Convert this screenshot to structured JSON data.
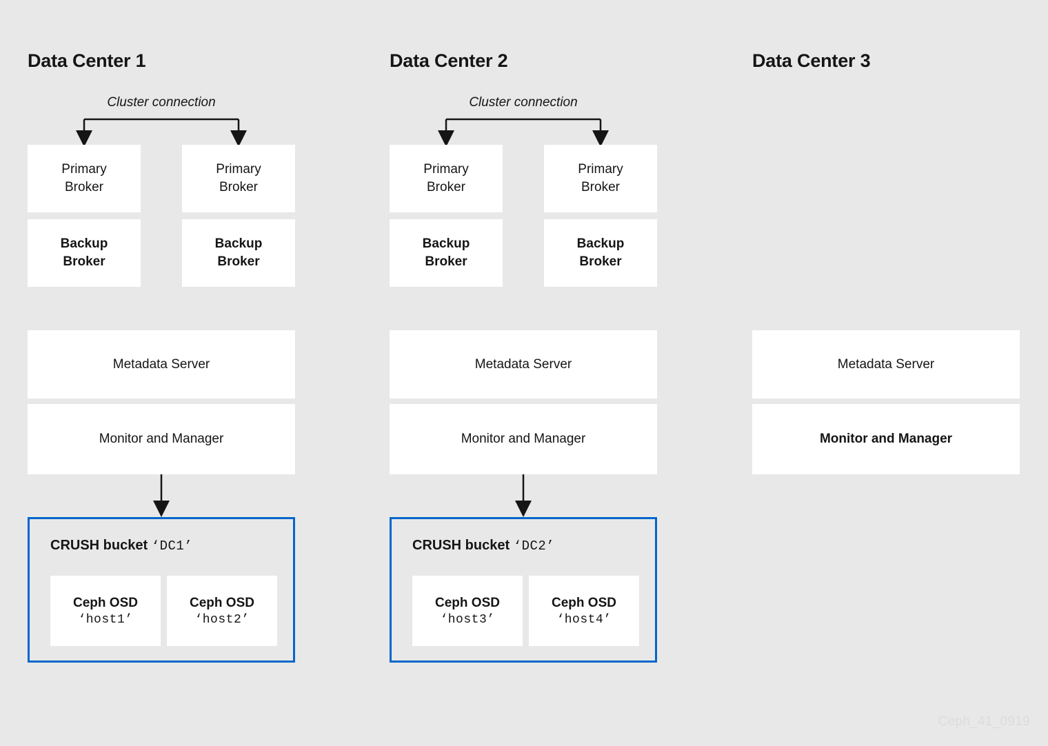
{
  "page": {
    "background_color": "#e8e8e8",
    "accent_color": "#0066cc",
    "text_color": "#151515",
    "watermark": "Ceph_41_0919"
  },
  "data_centers": [
    {
      "title": "Data Center 1",
      "cluster_connection_label": "Cluster connection",
      "brokers": [
        {
          "label": "Primary\nBroker"
        },
        {
          "label": "Primary\nBroker"
        },
        {
          "label": "Backup\nBroker"
        },
        {
          "label": "Backup\nBroker"
        }
      ],
      "metadata_server": "Metadata Server",
      "monitor_and_manager": "Monitor and Manager",
      "crush_bucket": {
        "name": "CRUSH bucket",
        "id": "‘DC1’",
        "osds": [
          {
            "title": "Ceph OSD",
            "host": "‘host1’"
          },
          {
            "title": "Ceph OSD",
            "host": "‘host2’"
          }
        ]
      }
    },
    {
      "title": "Data Center 2",
      "cluster_connection_label": "Cluster connection",
      "brokers": [
        {
          "label": "Primary\nBroker"
        },
        {
          "label": "Primary\nBroker"
        },
        {
          "label": "Backup\nBroker"
        },
        {
          "label": "Backup\nBroker"
        }
      ],
      "metadata_server": "Metadata Server",
      "monitor_and_manager": "Monitor and Manager",
      "crush_bucket": {
        "name": "CRUSH bucket",
        "id": "‘DC2’",
        "osds": [
          {
            "title": "Ceph OSD",
            "host": "‘host3’"
          },
          {
            "title": "Ceph OSD",
            "host": "‘host4’"
          }
        ]
      }
    },
    {
      "title": "Data Center 3",
      "metadata_server": "Metadata Server",
      "monitor_and_manager": "Monitor and Manager"
    }
  ]
}
